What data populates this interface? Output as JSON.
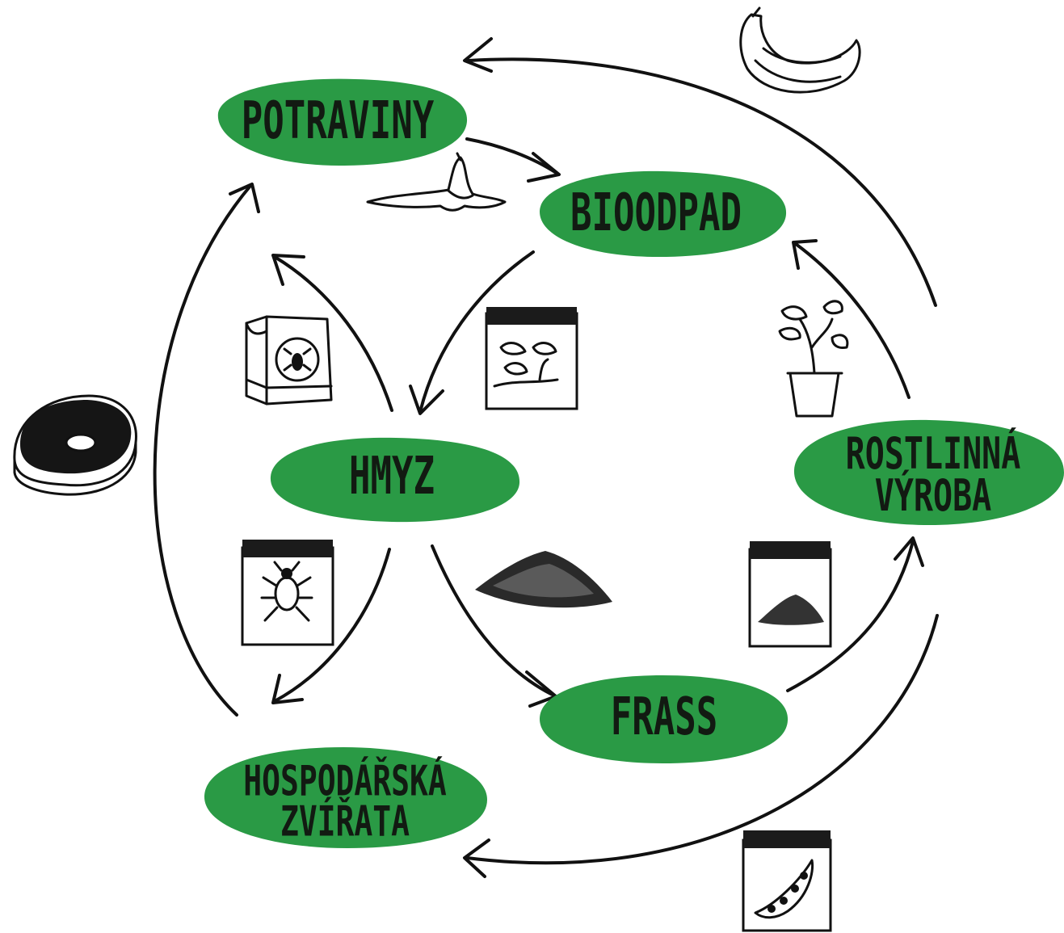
{
  "colors": {
    "node_fill": "#2a9a45",
    "ink": "#111111",
    "background": "#ffffff"
  },
  "nodes": {
    "potraviny": {
      "line1": "POTRAVINY"
    },
    "bioodpad": {
      "line1": "BIOODPAD"
    },
    "hmyz": {
      "line1": "HMYZ"
    },
    "rostlinna_vyroba": {
      "line1": "ROSTLINNÁ",
      "line2": "VÝROBA"
    },
    "frass": {
      "line1": "FRASS"
    },
    "hospodarska_zvirata": {
      "line1": "HOSPODÁŘSKÁ",
      "line2": "ZVÍŘATA"
    }
  },
  "icons": [
    "banana-icon",
    "banana-peel-icon",
    "steak-icon",
    "insect-food-carton-icon",
    "food-waste-bag-icon",
    "plant-pot-icon",
    "insect-feed-bag-icon",
    "frass-pile-icon",
    "frass-bag-icon",
    "pea-pod-bag-icon"
  ]
}
